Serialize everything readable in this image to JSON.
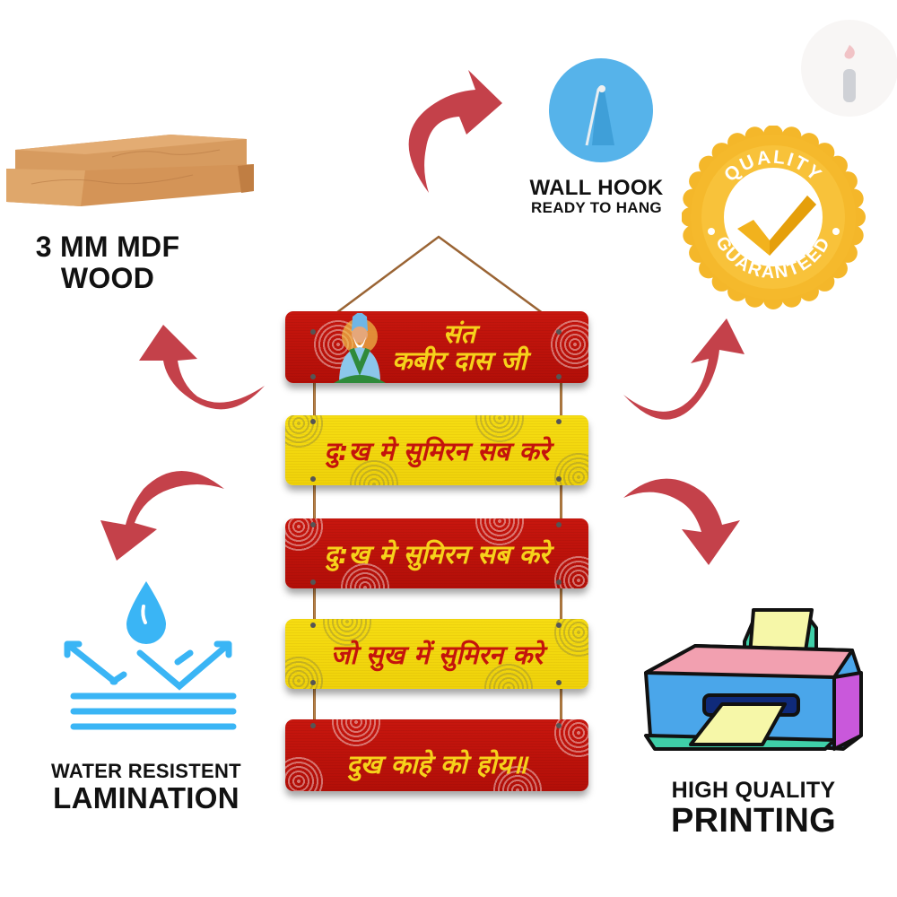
{
  "features": {
    "wood": {
      "line1": "3 MM MDF",
      "line2": "WOOD",
      "icon": "wood-planks-icon"
    },
    "hook": {
      "line1": "WALL HOOK",
      "line2": "READY TO HANG",
      "icon": "wall-hook-icon"
    },
    "quality": {
      "top_text": "QUALITY",
      "bottom_text": "GUARANTEED",
      "icon": "quality-badge-icon"
    },
    "water": {
      "line1": "WATER RESISTENT",
      "line2": "LAMINATION",
      "icon": "water-resistant-icon"
    },
    "printing": {
      "line1": "HIGH QUALITY",
      "line2": "PRINTING",
      "icon": "printer-icon"
    }
  },
  "sign": {
    "planks": [
      {
        "color": "red",
        "line1": "संत",
        "line2": "कबीर दास जी"
      },
      {
        "color": "yellow",
        "text": "दु:ख मे सुमिरन सब करे"
      },
      {
        "color": "red",
        "text": "दु:ख मे सुमिरन सब करे"
      },
      {
        "color": "yellow",
        "text": "जो सुख में सुमिरन करे"
      },
      {
        "color": "red",
        "text": "दुख काहे को होय॥"
      }
    ]
  },
  "colors": {
    "arrow": "#c4414a",
    "plank_red": "#c8160e",
    "plank_yellow": "#f2d60c",
    "badge_gold": "#f4b72a",
    "water_blue": "#3ab5f5",
    "hook_blue": "#56b3ea"
  },
  "logo": {
    "icon": "brand-i-logo-icon"
  }
}
